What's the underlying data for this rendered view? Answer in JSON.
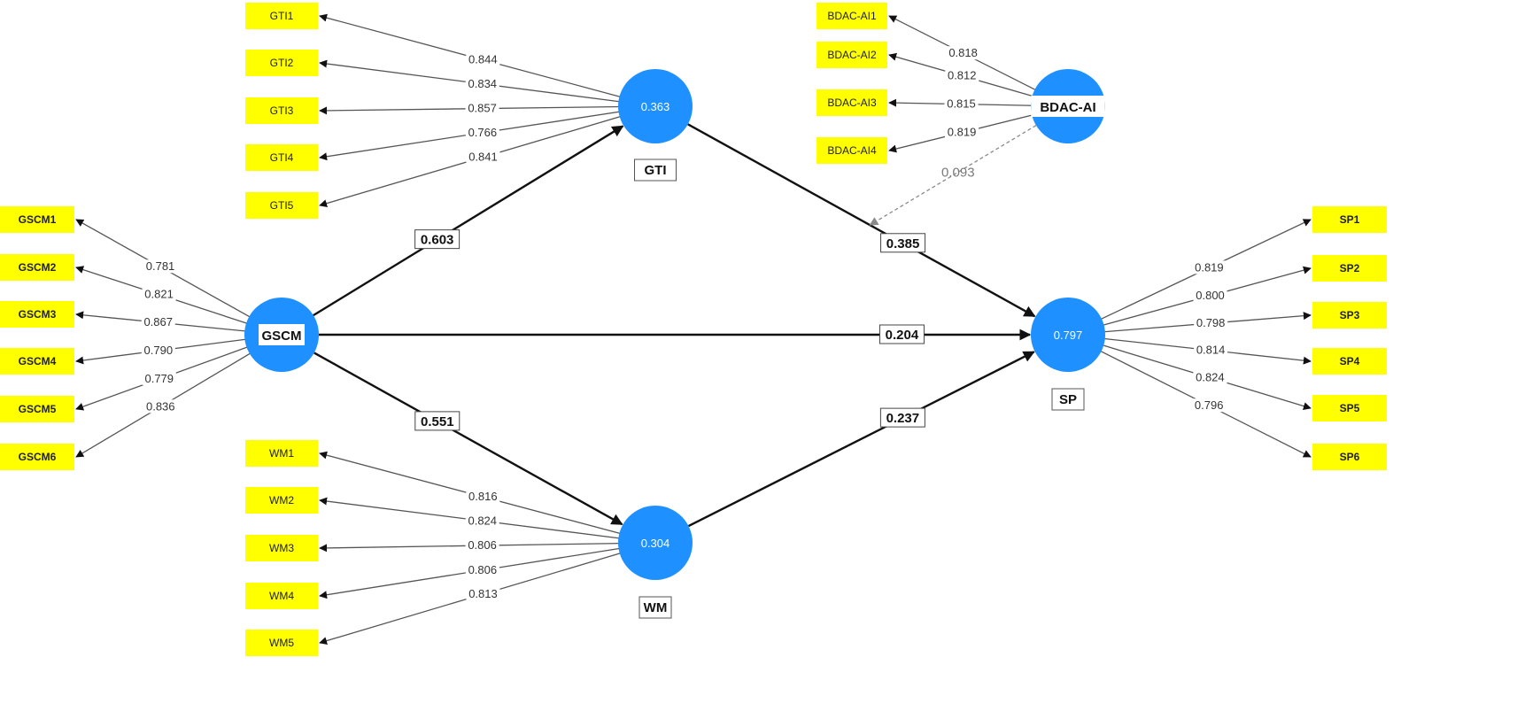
{
  "colors": {
    "latent": "#1E90FF",
    "indicator": "#FFFF00",
    "path": "#111111",
    "loading_edge": "#555555",
    "moderator_edge": "#8A8A8A"
  },
  "latents": {
    "GTI": {
      "label": "GTI",
      "r2": "0.363"
    },
    "GSCM": {
      "label": "GSCM",
      "r2": ""
    },
    "WM": {
      "label": "WM",
      "r2": "0.304"
    },
    "SP": {
      "label": "SP",
      "r2": "0.797"
    },
    "BDAC_AI": {
      "label": "BDAC-AI",
      "r2": ""
    }
  },
  "indicators": {
    "GTI": [
      {
        "label": "GTI1",
        "loading": "0.844"
      },
      {
        "label": "GTI2",
        "loading": "0.834"
      },
      {
        "label": "GTI3",
        "loading": "0.857"
      },
      {
        "label": "GTI4",
        "loading": "0.766"
      },
      {
        "label": "GTI5",
        "loading": "0.841"
      }
    ],
    "BDAC_AI": [
      {
        "label": "BDAC-AI1",
        "loading": "0.818"
      },
      {
        "label": "BDAC-AI2",
        "loading": "0.812"
      },
      {
        "label": "BDAC-AI3",
        "loading": "0.815"
      },
      {
        "label": "BDAC-AI4",
        "loading": "0.819"
      }
    ],
    "GSCM": [
      {
        "label": "GSCM1",
        "loading": "0.781"
      },
      {
        "label": "GSCM2",
        "loading": "0.821"
      },
      {
        "label": "GSCM3",
        "loading": "0.867"
      },
      {
        "label": "GSCM4",
        "loading": "0.790"
      },
      {
        "label": "GSCM5",
        "loading": "0.779"
      },
      {
        "label": "GSCM6",
        "loading": "0.836"
      }
    ],
    "WM": [
      {
        "label": "WM1",
        "loading": "0.816"
      },
      {
        "label": "WM2",
        "loading": "0.824"
      },
      {
        "label": "WM3",
        "loading": "0.806"
      },
      {
        "label": "WM4",
        "loading": "0.806"
      },
      {
        "label": "WM5",
        "loading": "0.813"
      }
    ],
    "SP": [
      {
        "label": "SP1",
        "loading": "0.819"
      },
      {
        "label": "SP2",
        "loading": "0.800"
      },
      {
        "label": "SP3",
        "loading": "0.798"
      },
      {
        "label": "SP4",
        "loading": "0.814"
      },
      {
        "label": "SP5",
        "loading": "0.824"
      },
      {
        "label": "SP6",
        "loading": "0.796"
      }
    ]
  },
  "paths": {
    "GSCM_GTI": "0.603",
    "GTI_SP": "0.385",
    "GSCM_SP": "0.204",
    "GSCM_WM": "0.551",
    "WM_SP": "0.237",
    "BDAC_moderation": "0.093"
  }
}
